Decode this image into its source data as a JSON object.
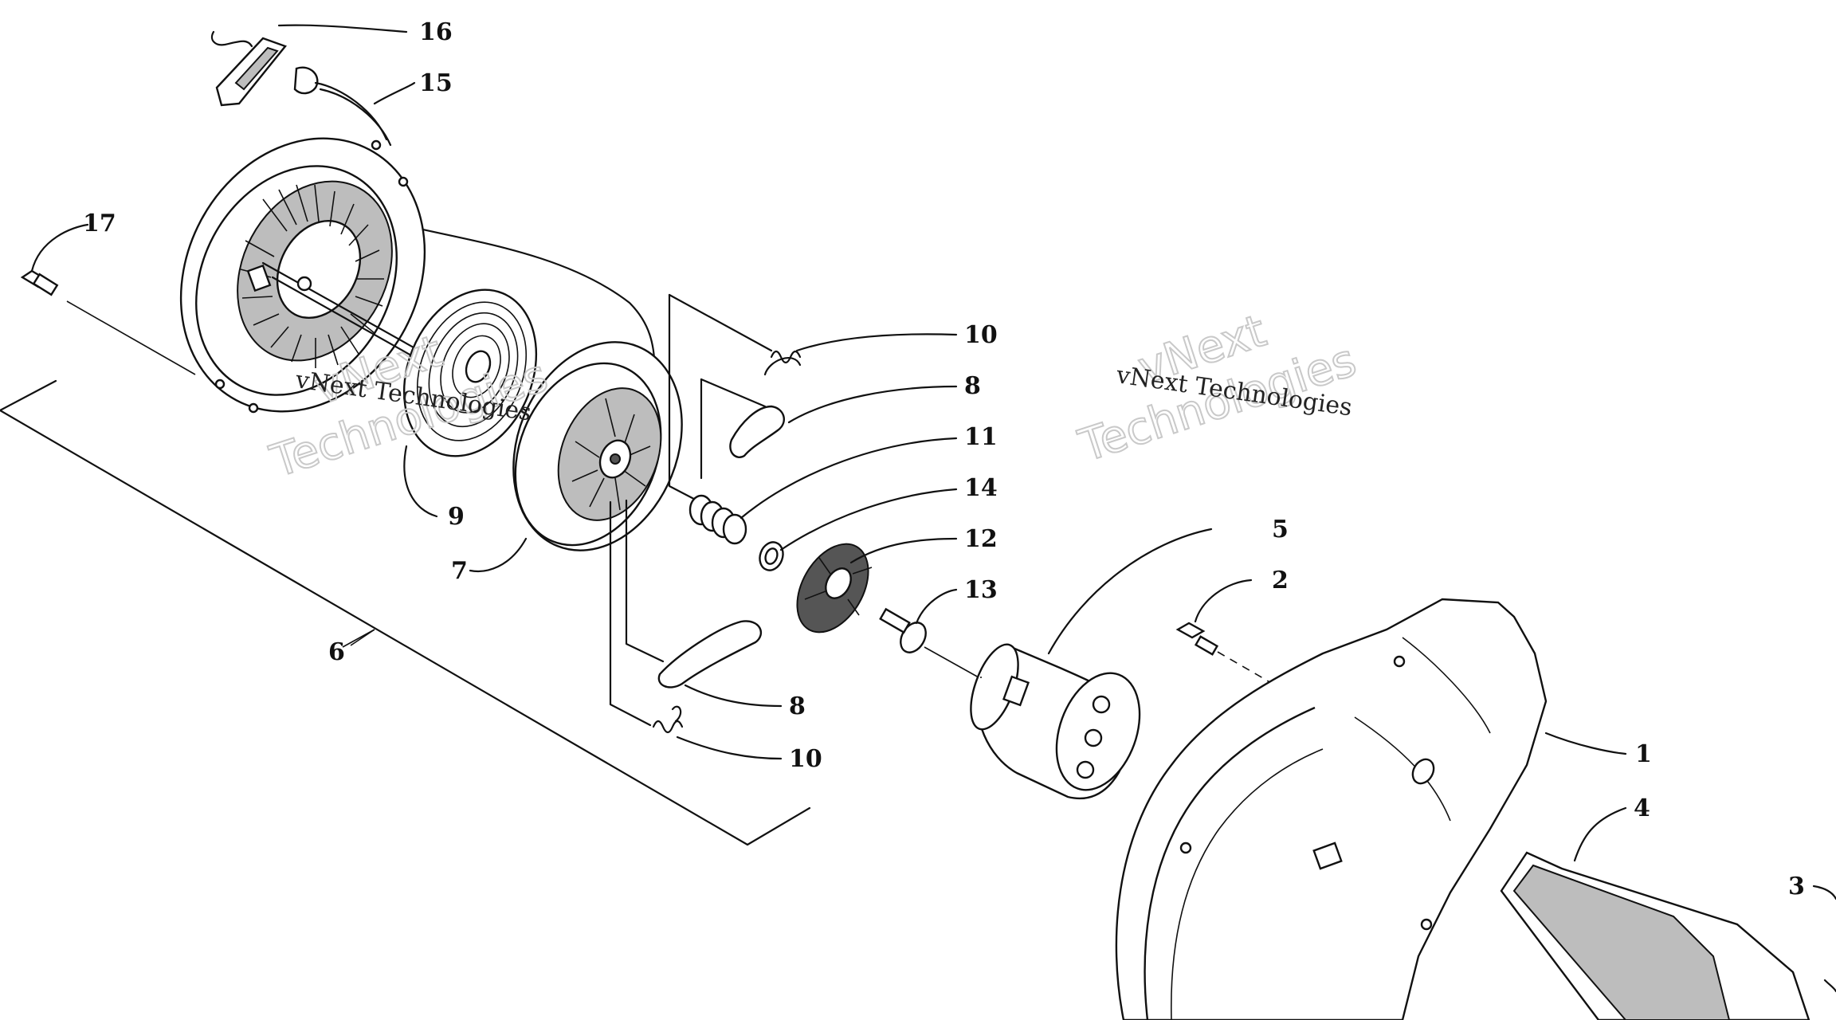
{
  "watermarks": [
    {
      "name": "vNext",
      "line2": "Technologies",
      "caption": "vNext Technologies"
    },
    {
      "name": "vNext",
      "line2": "Technologies",
      "caption": "vNext Technologies"
    }
  ],
  "callouts": {
    "c1": "1",
    "c2": "2",
    "c3": "3",
    "c4": "4",
    "c5": "5",
    "c6": "6",
    "c7": "7",
    "c8a": "8",
    "c8b": "8",
    "c9": "9",
    "c10a": "10",
    "c10b": "10",
    "c11": "11",
    "c12": "12",
    "c13": "13",
    "c14": "14",
    "c15": "15",
    "c16": "16",
    "c17": "17"
  }
}
